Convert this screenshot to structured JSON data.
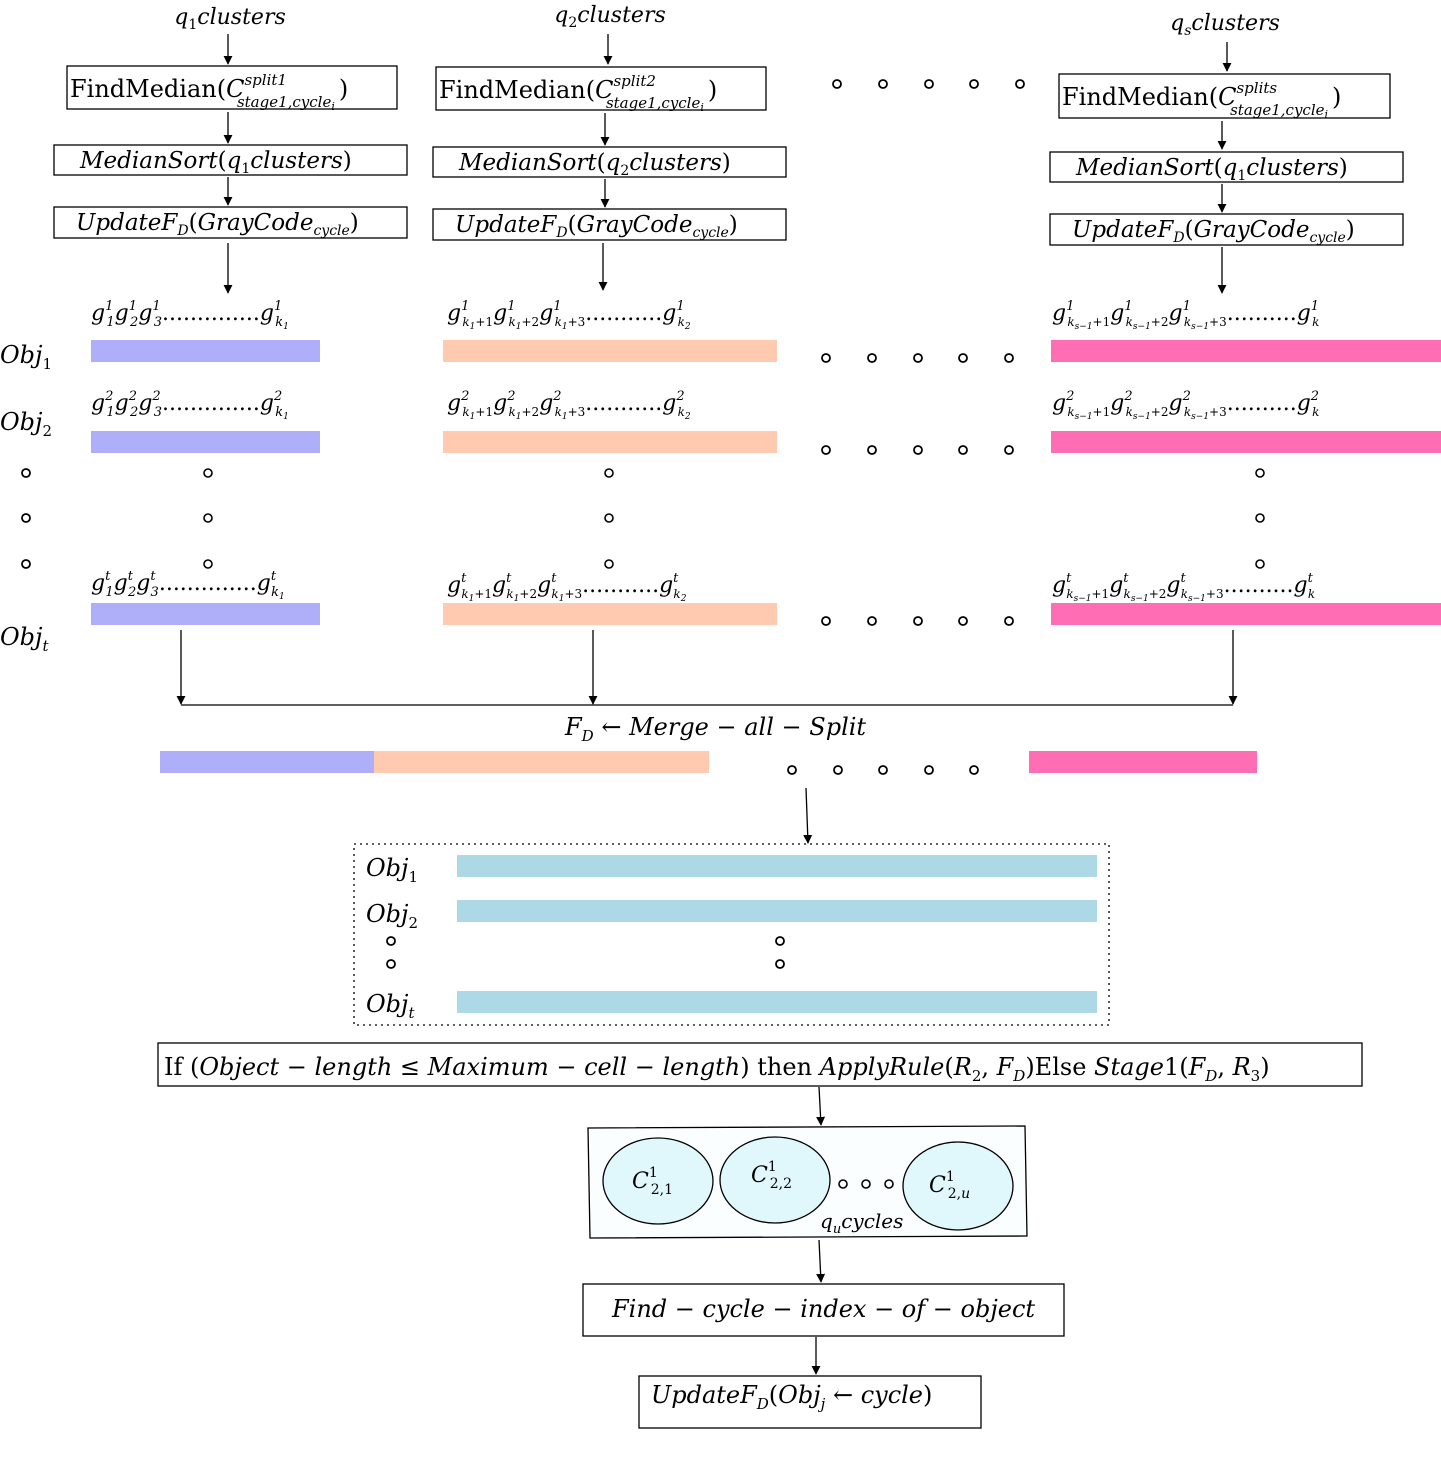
{
  "columns": [
    {
      "cluster_label": "q₁clusters",
      "find_median": "FindMedian(C^split1_stage1,cycleᵢ)",
      "median_sort": "MedianSort(q₁clusters)",
      "update": "UpdateF_D(GrayCode_cycle)",
      "gene_rows": [
        "g¹₁g¹₂g¹₃..............g¹ₖ₁",
        "g²₁g²₂g²₃..............g²ₖ₁",
        "gᵗ₁gᵗ₂gᵗ₃..............gᵗₖ₁"
      ],
      "color": "#aeaef9"
    },
    {
      "cluster_label": "q₂clusters",
      "find_median": "FindMedian(C^split2_stage1,cycleᵢ)",
      "median_sort": "MedianSort(q₂clusters)",
      "update": "UpdateF_D(GrayCode_cycle)",
      "gene_rows": [
        "g¹ₖ₁₊₁g¹ₖ₁₊₂g¹ₖ₁₊₃...........g¹ₖ₂",
        "g²ₖ₁₊₁g²ₖ₁₊₂g²ₖ₁₊₃...........g²ₖ₂",
        "gᵗₖ₁₊₁gᵗₖ₁₊₂gᵗₖ₁₊₃...........gᵗₖ₂"
      ],
      "color": "#ffcab0"
    },
    {
      "cluster_label": "qₛclusters",
      "find_median": "FindMedian(C^splits_stage1,cycleᵢ)",
      "median_sort": "MedianSort(q₁clusters)",
      "update": "UpdateF_D(GrayCode_cycle)",
      "gene_rows": [
        "g¹ₖₛ₋₁₊₁g¹ₖₛ₋₁₊₂g¹ₖₛ₋₁₊₃..........g¹ₖ",
        "g²ₖₛ₋₁₊₁g²ₖₛ₋₁₊₂g²ₖₛ₋₁₊₃..........g²ₖ",
        "gᵗₖₛ₋₁₊₁gᵗₖₛ₋₁₊₂gᵗₖₛ₋₁₊₃..........gᵗₖ"
      ],
      "color": "#ff6eb4"
    }
  ],
  "object_labels": [
    "Obj₁",
    "Obj₂",
    "Objₜ"
  ],
  "merge_label": "F_D ← Merge − all − Split",
  "merged_rows_labels": [
    "Obj₁",
    "Obj₂",
    "Objₜ"
  ],
  "merged_color": "#add8e6",
  "condition": {
    "if": "If (",
    "cond": "Object − length ≤ Maximum − cell − length",
    "then": ") then ",
    "rule": "ApplyRule(R₂, F_D)",
    "else": "Else ",
    "stage": "Stage1(F_D, R₃)"
  },
  "cycles": {
    "items": [
      "C¹₂,₁",
      "C¹₂,₂",
      "C¹₂,ᵤ"
    ],
    "caption": "qᵤcycles",
    "color": "#e0f7fc"
  },
  "find_cycle": "Find − cycle − index − of − object",
  "final_update": "UpdateF_D(Objⱼ ← cycle)"
}
